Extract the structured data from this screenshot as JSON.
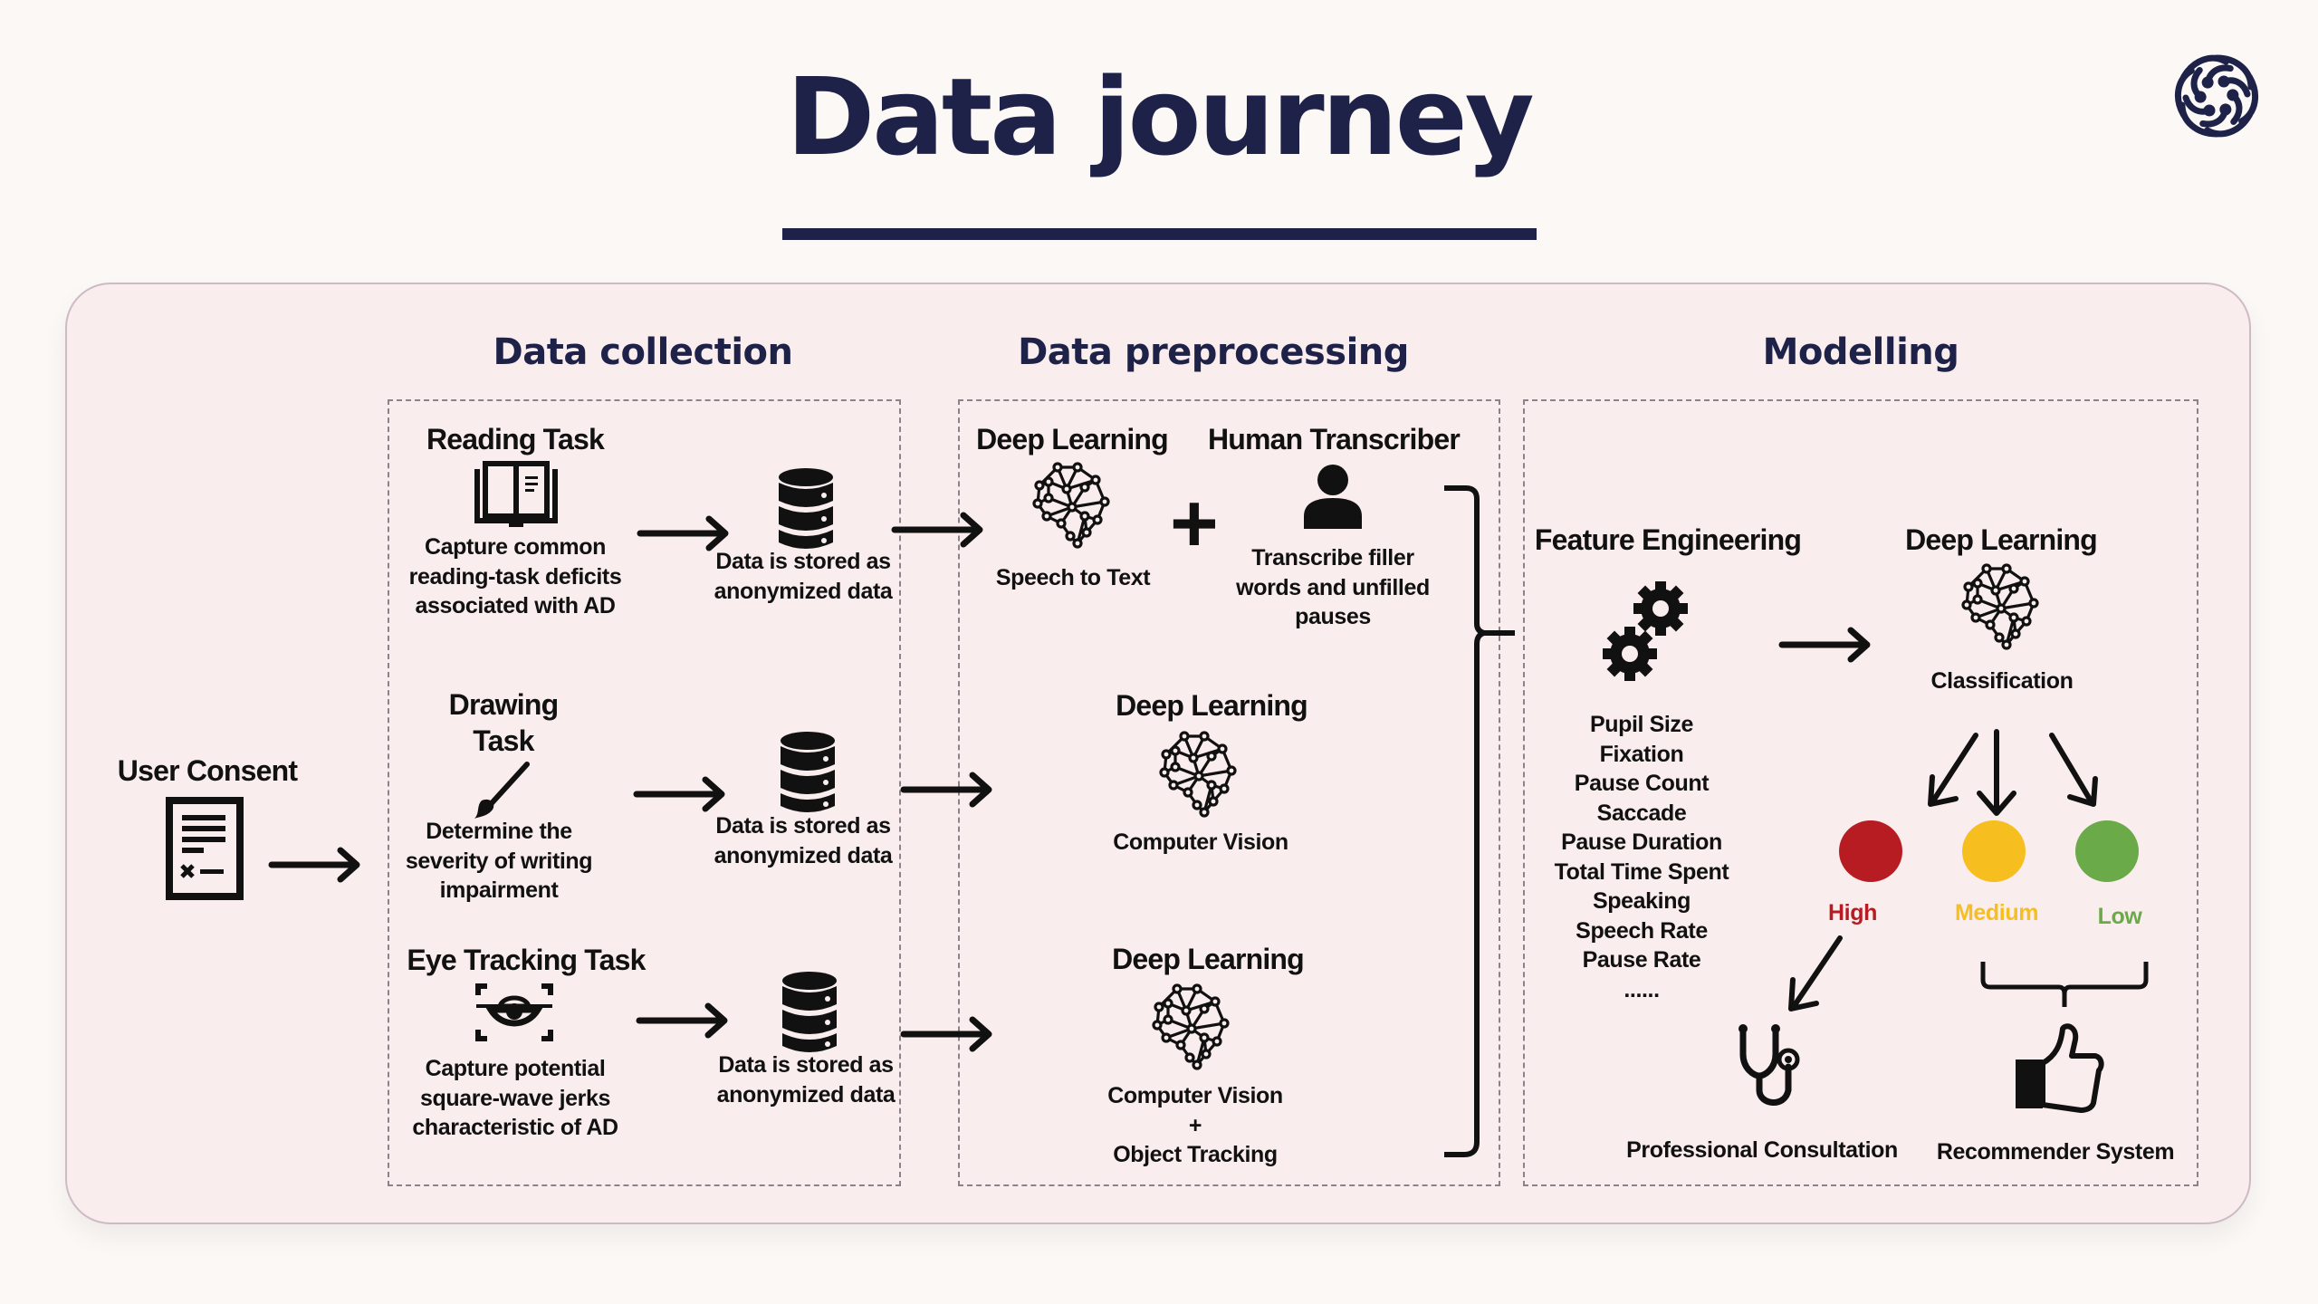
{
  "title": "Data journey",
  "sections": {
    "collection": "Data collection",
    "preprocessing": "Data preprocessing",
    "modelling": "Modelling"
  },
  "consent": {
    "label": "User Consent"
  },
  "collection": {
    "reading": {
      "title": "Reading Task",
      "desc": [
        "Capture common",
        "reading-task deficits",
        "associated with AD"
      ]
    },
    "drawing": {
      "title": [
        "Drawing",
        "Task"
      ],
      "desc": [
        "Determine the",
        "severity of writing",
        "impairment"
      ]
    },
    "eye": {
      "title": "Eye Tracking Task",
      "desc": [
        "Capture potential",
        "square-wave jerks",
        "characteristic of AD"
      ]
    },
    "storage": [
      "Data is stored as",
      "anonymized data"
    ]
  },
  "preprocessing": {
    "speech": {
      "title": "Deep Learning",
      "caption": "Speech to Text"
    },
    "plus": "+",
    "human": {
      "title": "Human Transcriber",
      "desc": [
        "Transcribe filler",
        "words and unfilled",
        "pauses"
      ]
    },
    "vision": {
      "title": "Deep Learning",
      "caption": "Computer Vision"
    },
    "tracking": {
      "title": "Deep Learning",
      "caption": [
        "Computer Vision",
        "+",
        "Object Tracking"
      ]
    }
  },
  "modelling": {
    "feature_engineering": {
      "title": "Feature Engineering",
      "features": [
        "Pupil Size",
        "Fixation",
        "Pause Count",
        "Saccade",
        "Pause Duration",
        "Total Time Spent",
        "Speaking",
        "Speech Rate",
        "Pause Rate",
        "......"
      ]
    },
    "deep_learning": {
      "title": "Deep Learning",
      "caption": "Classification"
    },
    "risk_levels": [
      {
        "label": "High",
        "color": "#B71C23"
      },
      {
        "label": "Medium",
        "color": "#F6BE1E"
      },
      {
        "label": "Low",
        "color": "#6BAA48"
      }
    ],
    "outcomes": {
      "high": "Professional Consultation",
      "medium_low": "Recommender System"
    }
  },
  "colors": {
    "navy": "#1E2248",
    "background": "#FBF8F6",
    "card": "#FAEDED"
  }
}
